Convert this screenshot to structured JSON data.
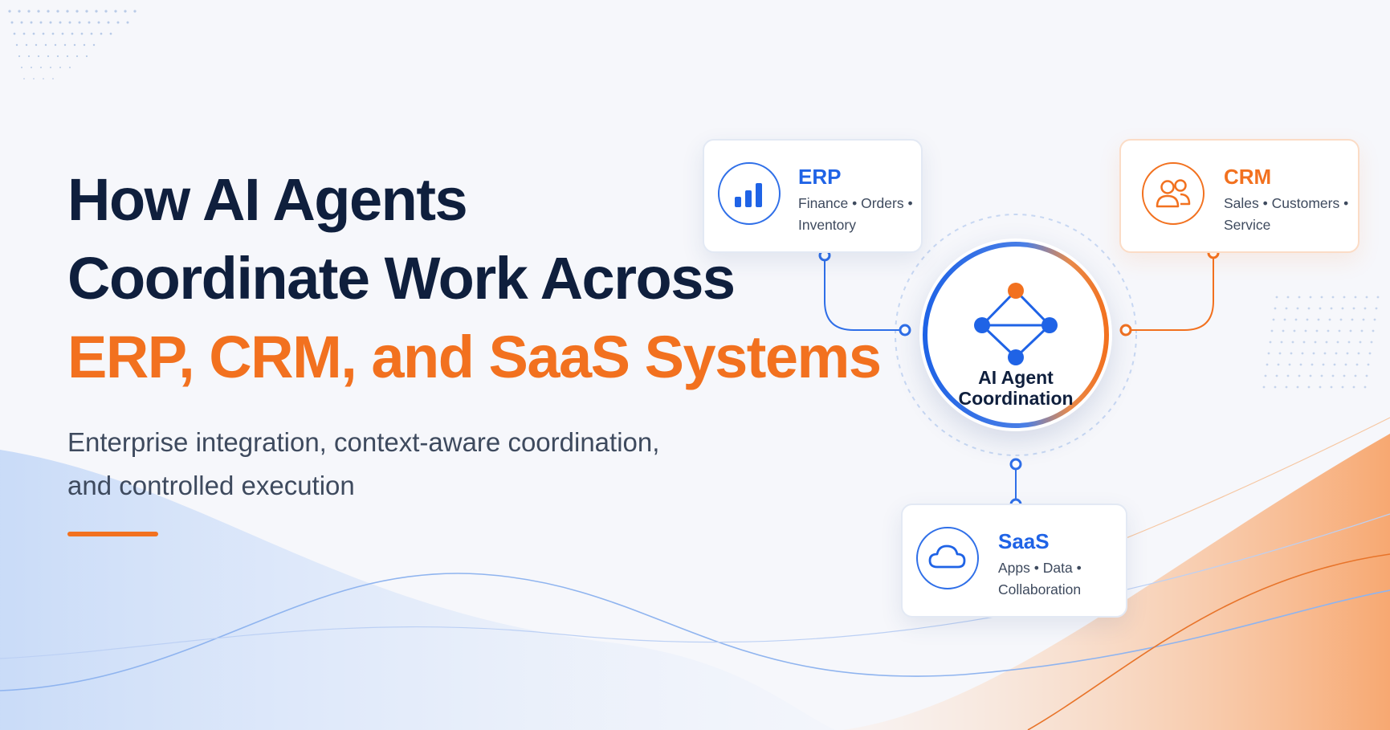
{
  "hero": {
    "title_line1": "How AI Agents",
    "title_line2": "Coordinate Work Across",
    "title_line3": "ERP, CRM, and SaaS Systems",
    "subtitle_line1": "Enterprise integration, context-aware coordination,",
    "subtitle_line2": "and controlled execution"
  },
  "hub": {
    "label_line1": "AI Agent",
    "label_line2": "Coordination"
  },
  "nodes": {
    "erp": {
      "name": "ERP",
      "desc_line1": "Finance • Orders •",
      "desc_line2": "Inventory",
      "icon": "bar-chart-icon"
    },
    "crm": {
      "name": "CRM",
      "desc_line1": "Sales • Customers •",
      "desc_line2": "Service",
      "icon": "users-icon"
    },
    "saas": {
      "name": "SaaS",
      "desc_line1": "Apps • Data •",
      "desc_line2": "Collaboration",
      "icon": "cloud-icon"
    }
  },
  "colors": {
    "navy": "#0f1f3d",
    "orange": "#f2711f",
    "blue": "#1f63e6",
    "body_text": "#3e4a5e",
    "background": "#f6f7fb"
  }
}
